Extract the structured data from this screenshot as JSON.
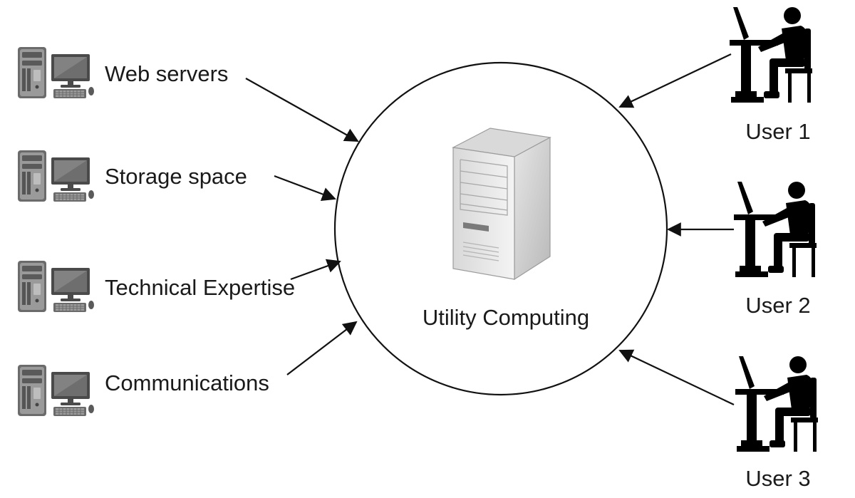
{
  "center": {
    "title": "Utility Computing",
    "icon": "server-tower-icon"
  },
  "resources": [
    {
      "label": "Web servers",
      "icon": "computer-icon"
    },
    {
      "label": "Storage space",
      "icon": "computer-icon"
    },
    {
      "label": "Technical Expertise",
      "icon": "computer-icon"
    },
    {
      "label": "Communications",
      "icon": "computer-icon"
    }
  ],
  "users": [
    {
      "label": "User 1",
      "icon": "user-at-desk-icon"
    },
    {
      "label": "User 2",
      "icon": "user-at-desk-icon"
    },
    {
      "label": "User 3",
      "icon": "user-at-desk-icon"
    }
  ]
}
